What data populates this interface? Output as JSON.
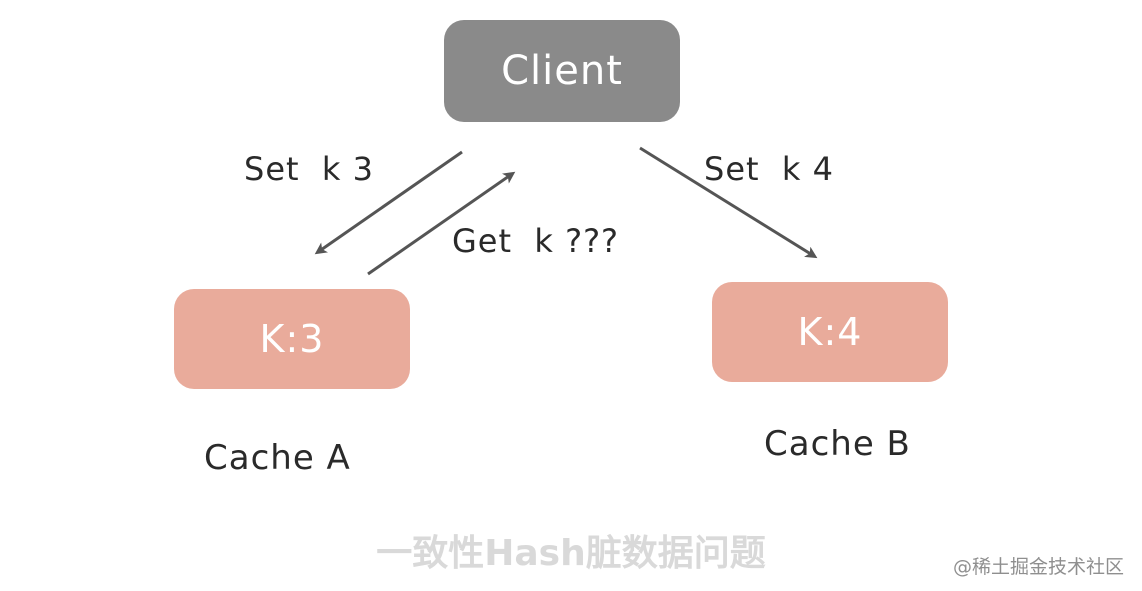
{
  "nodes": {
    "client": "Client",
    "cache_a": "K:3",
    "cache_b": "K:4"
  },
  "edge_labels": {
    "set_a": "Set  k 3",
    "set_b": "Set  k 4",
    "get_a": "Get  k ???"
  },
  "captions": {
    "cache_a": "Cache A",
    "cache_b": "Cache B"
  },
  "title": "一致性Hash脏数据问题",
  "watermark": "@稀土掘金技术社区",
  "colors": {
    "client_fill": "#8a8a8a",
    "cache_fill": "#e9ab9b",
    "arrow": "#555555",
    "title_text": "#d9d9d9"
  }
}
